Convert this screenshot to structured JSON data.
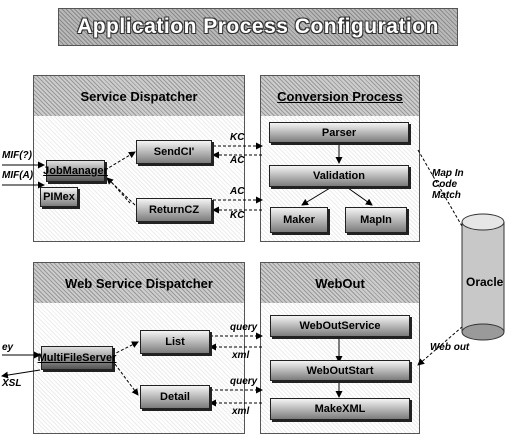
{
  "title": "Application Process Configuration",
  "service_dispatcher": {
    "title": "Service Dispatcher",
    "job_manager": "JobManager",
    "pimex": "PIMex",
    "send": "SendCI'",
    "return": "ReturnCZ",
    "input_top": "MIF(?)",
    "input_bottom": "MIF(A)"
  },
  "conversion_process": {
    "title": "Conversion Process",
    "parser": "Parser",
    "validation": "Validation",
    "maker": "Maker",
    "mapin": "MapIn"
  },
  "web_service_dispatcher": {
    "title": "Web Service Dispatcher",
    "multi_file_server": "MultiFileServer",
    "list": "List",
    "detail": "Detail",
    "input_top": "ey",
    "input_bottom": "XSL"
  },
  "webout": {
    "title": "WebOut",
    "webout_service": "WebOutService",
    "webout_start": "WebOutStart",
    "make_xml": "MakeXML"
  },
  "connectors": {
    "kc_top": "KC",
    "ac_top": "AC",
    "ac_bottom": "AC",
    "kc_bottom": "KC",
    "query_top": "query",
    "xml_top": "xml",
    "query_bottom": "query",
    "xml_bottom": "xml"
  },
  "oracle": {
    "label": "Oracle",
    "map_label": "Map In Code Match",
    "webout_label": "Web out"
  }
}
